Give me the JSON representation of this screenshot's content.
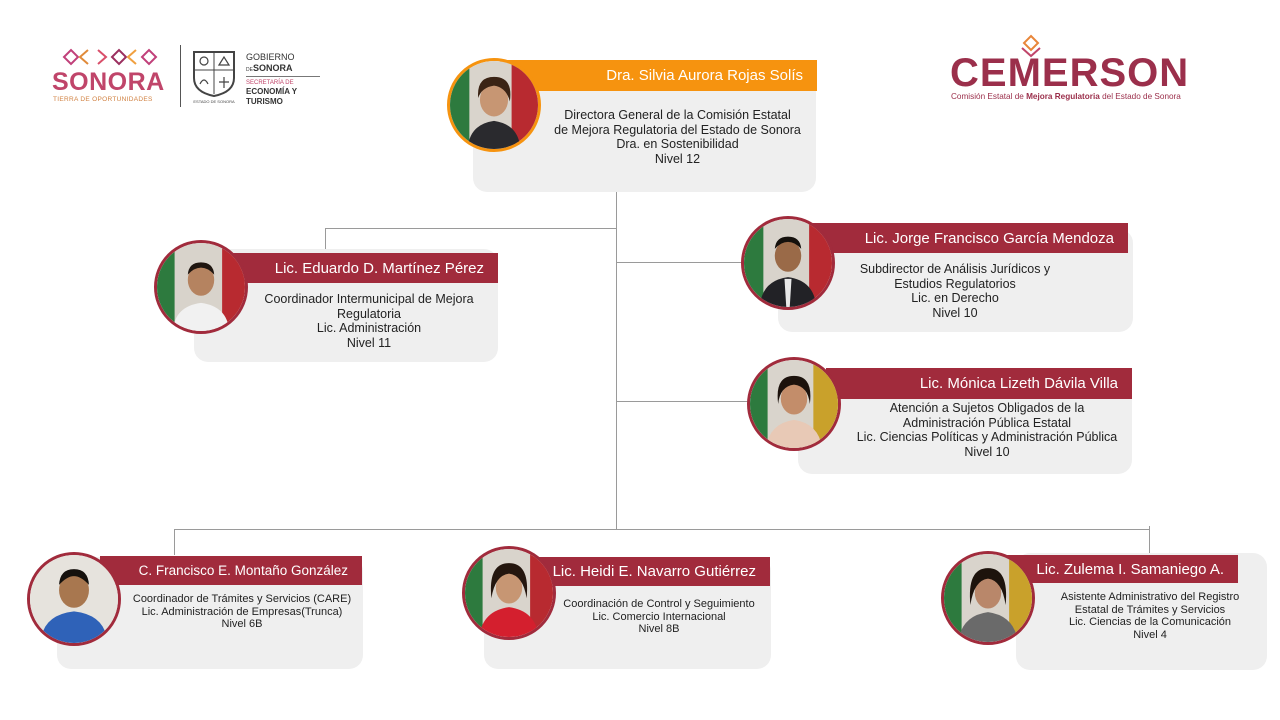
{
  "header": {
    "sonora_logo": {
      "word": "SONORA",
      "tagline": "TIERRA DE OPORTUNIDADES"
    },
    "gov_logo": {
      "line1": "GOBIERNO",
      "line2_de": "DE",
      "line2": "SONORA",
      "secretaria": "SECRETARÍA DE",
      "dept1": "ECONOMÍA Y",
      "dept2": "TURISMO",
      "seal_caption": "ESTADO DE SONORA"
    },
    "cemerson_logo": {
      "word": "CEMERSON",
      "sub_pre": "Comisión Estatal de ",
      "sub_bold": "Mejora Regulatoria",
      "sub_post": " del Estado de Sonora"
    }
  },
  "colors": {
    "accent_red": "#a12b3c",
    "accent_orange": "#f6930f",
    "card_bg": "#efefef"
  },
  "org": {
    "director": {
      "name": "Dra. Silvia Aurora Rojas Solís",
      "lines": [
        "Directora General de la Comisión Estatal",
        "de Mejora Regulatoria del Estado de Sonora",
        "Dra. en Sostenibilidad",
        "Nivel 12"
      ]
    },
    "eduardo": {
      "name": "Lic. Eduardo D. Martínez Pérez",
      "lines": [
        "Coordinador Intermunicipal de Mejora",
        "Regulatoria",
        "Lic. Administración",
        "Nivel 11"
      ]
    },
    "jorge": {
      "name": "Lic. Jorge Francisco García Mendoza",
      "lines": [
        "Subdirector de Análisis Jurídicos y",
        "Estudios Regulatorios",
        "Lic. en Derecho",
        "Nivel 10"
      ]
    },
    "monica": {
      "name": "Lic. Mónica Lizeth Dávila Villa",
      "lines": [
        "Atención a Sujetos Obligados de la",
        "Administración Pública Estatal",
        "Lic. Ciencias Políticas y Administración Pública",
        "Nivel 10"
      ]
    },
    "francisco": {
      "name": "C. Francisco  E. Montaño González",
      "lines": [
        "Coordinador de Trámites y Servicios (CARE)",
        "Lic. Administración de Empresas(Trunca)",
        "Nivel 6B"
      ]
    },
    "heidi": {
      "name": "Lic. Heidi  E. Navarro Gutiérrez",
      "lines": [
        "Coordinación de Control y Seguimiento",
        "Lic. Comercio Internacional",
        "Nivel 8B"
      ]
    },
    "zulema": {
      "name": "Lic. Zulema  I. Samaniego A.",
      "lines": [
        "Asistente Administrativo del Registro",
        "Estatal de Trámites y Servicios",
        "Lic. Ciencias de la Comunicación",
        "Nivel 4"
      ]
    }
  }
}
